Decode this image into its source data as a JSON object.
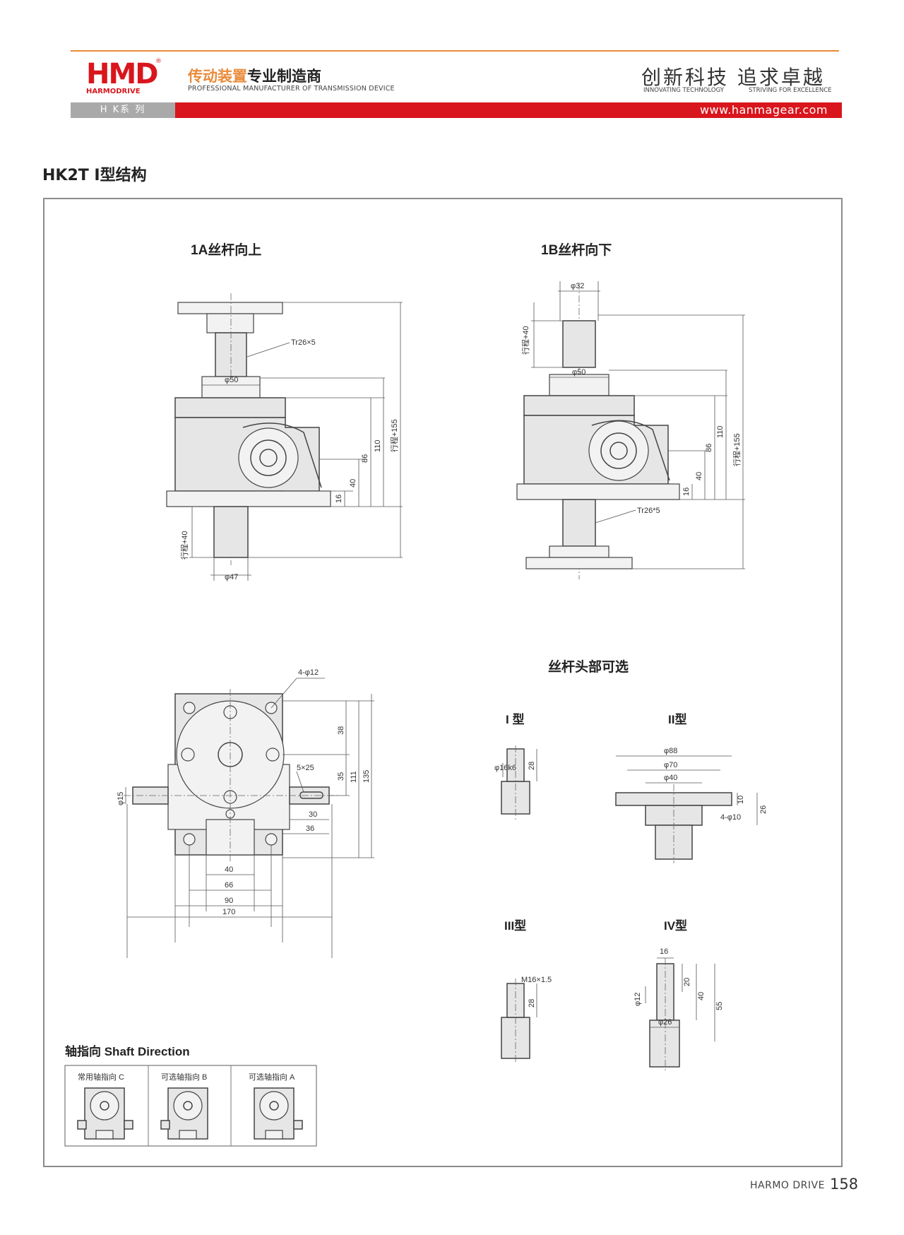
{
  "header": {
    "logo_mark": "HMD",
    "logo_brand": "HARMODRIVE",
    "logo_reg": "®",
    "tagline_cn_1": "传动装置",
    "tagline_cn_2": "专业制造商",
    "tagline_en": "PROFESSIONAL MANUFACTURER OF TRANSMISSION DEVICE",
    "motto_cn": "创新科技  追求卓越",
    "motto_en_1": "INNOVATING TECHNOLOGY",
    "motto_en_2": "STRIVING FOR EXCELLENCE",
    "series": "H K系 列",
    "url": "www.hanmagear.com"
  },
  "section_title": "HK2T I型结构",
  "views": {
    "view_1a": {
      "title": "1A丝杆向上",
      "thread": "Tr26×5",
      "dia_top": "φ50",
      "dia_bottom": "φ47",
      "stroke_bottom": "行程+40",
      "dim_16": "16",
      "dim_40": "40",
      "dim_86": "86",
      "dim_110": "110",
      "dim_total": "行程+155"
    },
    "view_1b": {
      "title": "1B丝杆向下",
      "dia_top": "φ32",
      "dia_mid": "φ50",
      "stroke_top": "行程+40",
      "thread": "Tr26*5",
      "dim_16": "16",
      "dim_40": "40",
      "dim_86": "86",
      "dim_110": "110",
      "dim_total": "行程+155"
    },
    "top_view": {
      "holes": "4-φ12",
      "key": "5×25",
      "shaft_dia": "φ15",
      "dim_38": "38",
      "dim_35": "35",
      "dim_111": "111",
      "dim_135": "135",
      "dim_30": "30",
      "dim_36": "36",
      "dim_40": "40",
      "dim_66": "66",
      "dim_90": "90",
      "dim_170": "170"
    }
  },
  "screw_ends": {
    "title": "丝杆头部可选",
    "type1": {
      "label": "I 型",
      "dia": "φ16k6",
      "len": "28"
    },
    "type2": {
      "label": "II型",
      "d88": "φ88",
      "d70": "φ70",
      "d40": "φ40",
      "h10": "10",
      "h26": "26",
      "holes": "4-φ10"
    },
    "type3": {
      "label": "III型",
      "thread": "M16×1.5",
      "len": "28"
    },
    "type4": {
      "label": "IV型",
      "w16": "16",
      "dia": "φ12",
      "d26": "φ26",
      "h20": "20",
      "h40": "40",
      "h55": "55"
    }
  },
  "shaft_direction": {
    "title": "轴指向 Shaft Direction",
    "cells": [
      "常用轴指向 C",
      "可选轴指向 B",
      "可选轴指向 A"
    ]
  },
  "footer": {
    "brand": "HARMO DRIVE",
    "page": "158"
  }
}
